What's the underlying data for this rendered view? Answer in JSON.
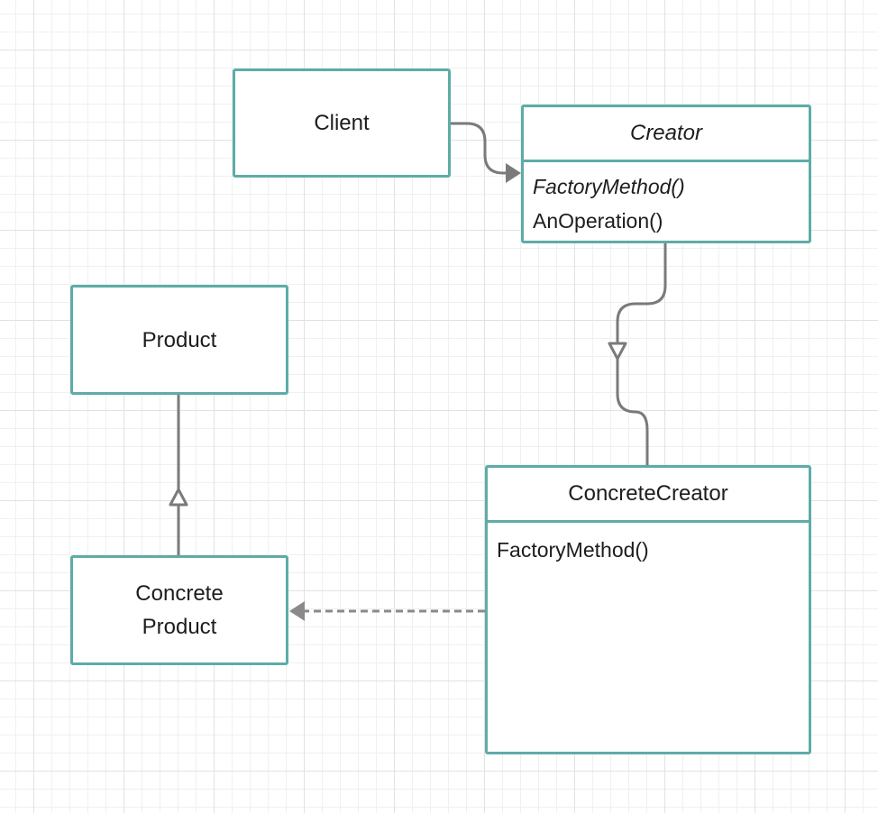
{
  "diagram": {
    "client": {
      "label": "Client"
    },
    "creator": {
      "title": "Creator",
      "methods": [
        "FactoryMethod()",
        "AnOperation()"
      ]
    },
    "product": {
      "label": "Product"
    },
    "concrete_product": {
      "line1": "Concrete",
      "line2": "Product"
    },
    "concrete_creator": {
      "title": "ConcreteCreator",
      "methods": [
        "FactoryMethod()"
      ]
    }
  },
  "colors": {
    "box_border": "#5eaca7",
    "connector": "#7a7a7a",
    "grid_major": "#e2e2e2",
    "grid_minor": "#f0f0f0"
  }
}
